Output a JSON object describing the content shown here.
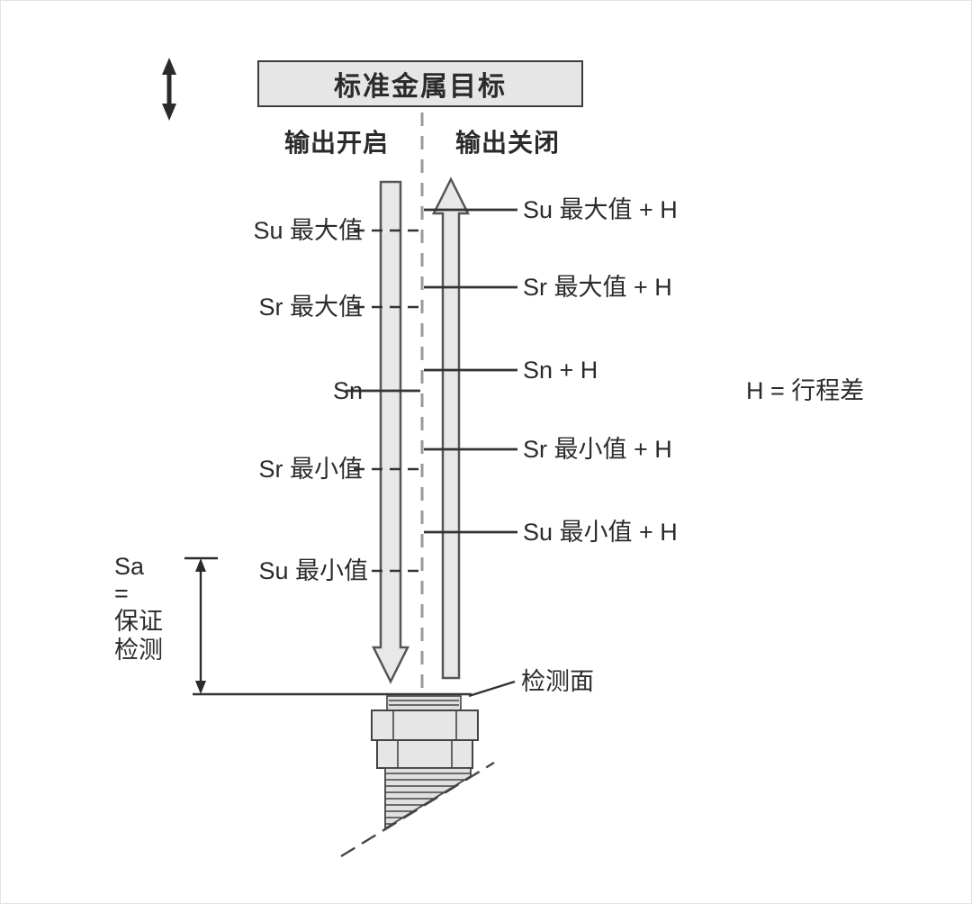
{
  "diagram": {
    "title": "标准金属目标",
    "columns": {
      "on": "输出开启",
      "off": "输出关闭"
    },
    "left_labels": [
      "Su 最大值",
      "Sr 最大值",
      "Sn",
      "Sr 最小值",
      "Su 最小值"
    ],
    "right_labels": [
      "Su 最大值 + H",
      "Sr 最大值 + H",
      "Sn + H",
      "Sr 最小值 + H",
      "Su 最小值 + H"
    ],
    "hysteresis_note": "H = 行程差",
    "sa_annotation": [
      "Sa",
      "=",
      "保证",
      "检测"
    ],
    "sensing_face_label": "检测面",
    "colors": {
      "arrow_fill": "#e8e8e8",
      "line": "#3d3d3d",
      "box_fill": "#e6e6e6",
      "center_line": "#9a9a9a"
    }
  }
}
